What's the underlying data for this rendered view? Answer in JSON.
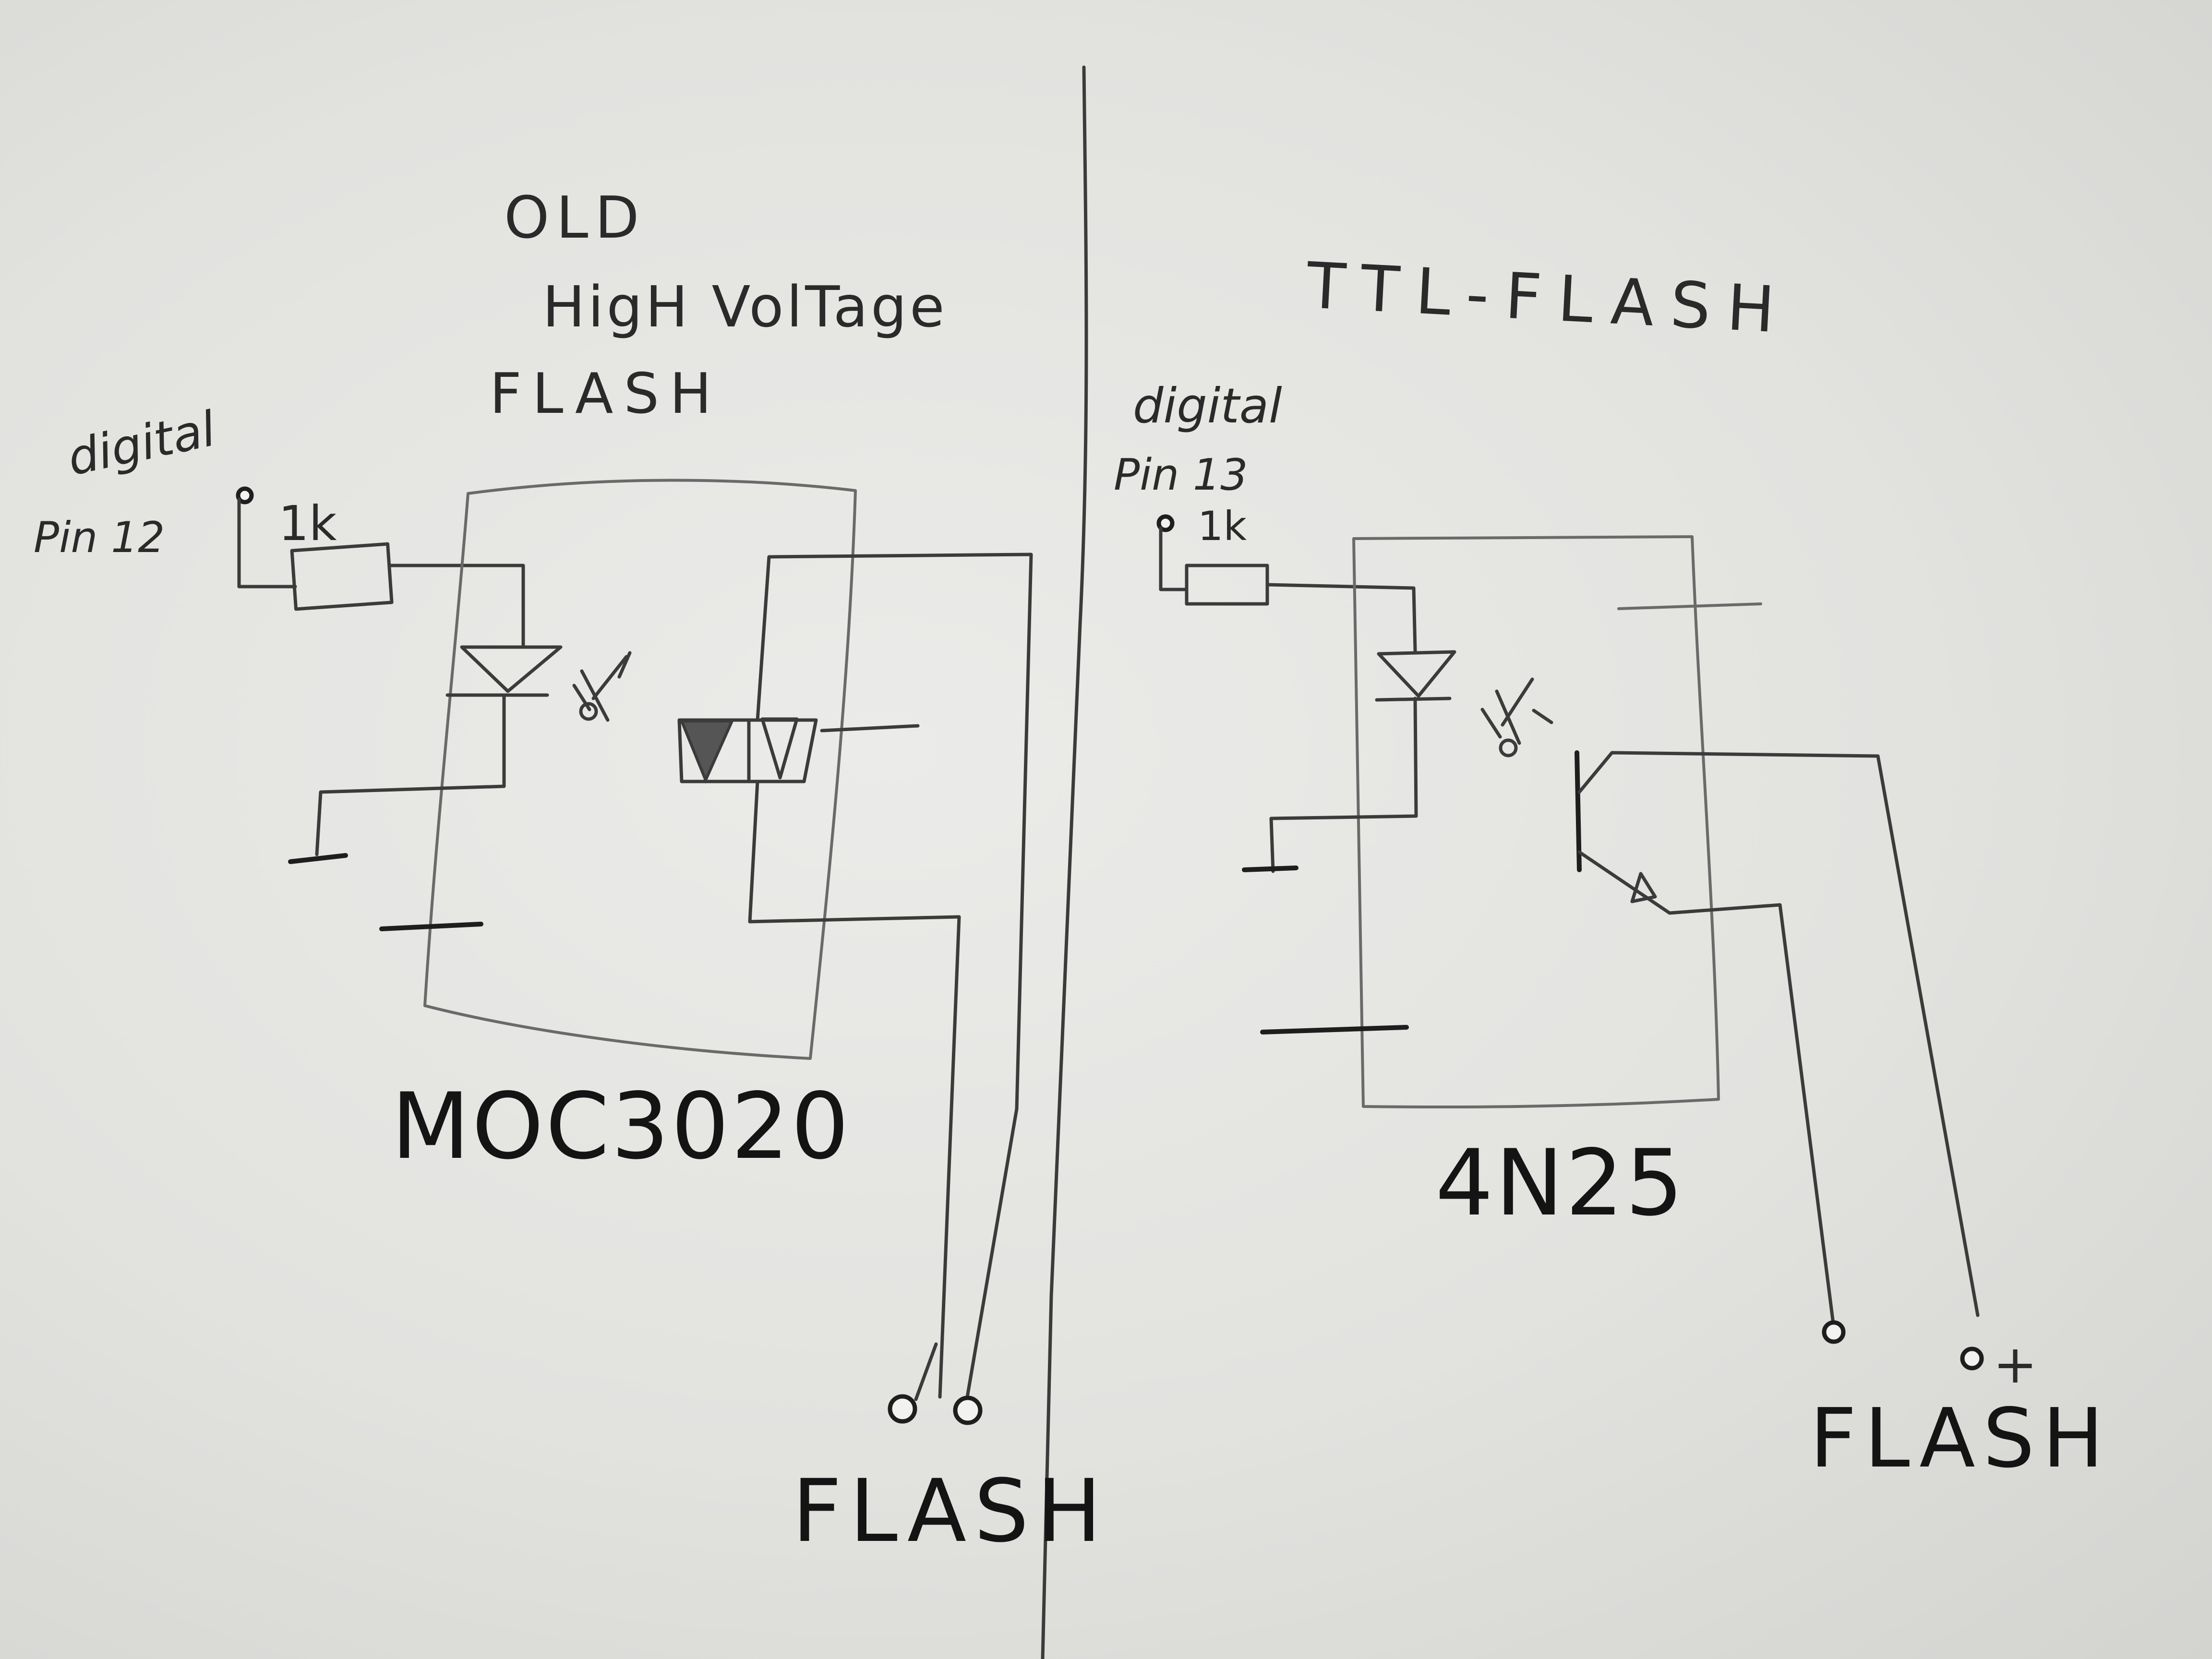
{
  "left_circuit": {
    "title_line1": "OLD",
    "title_line2": "HigH VolTage",
    "title_line3": "FLASH",
    "input_label_line1": "digital",
    "input_label_line2": "Pin 12",
    "resistor_label": "1k",
    "ic_label": "MOC3020",
    "output_label": "FLASH"
  },
  "right_circuit": {
    "title": "TTL-FLASH",
    "input_label_line1": "digital",
    "input_label_line2": "Pin 13",
    "resistor_label": "1k",
    "ic_label": "4N25",
    "output_polarity": "+",
    "output_label": "FLASH"
  }
}
